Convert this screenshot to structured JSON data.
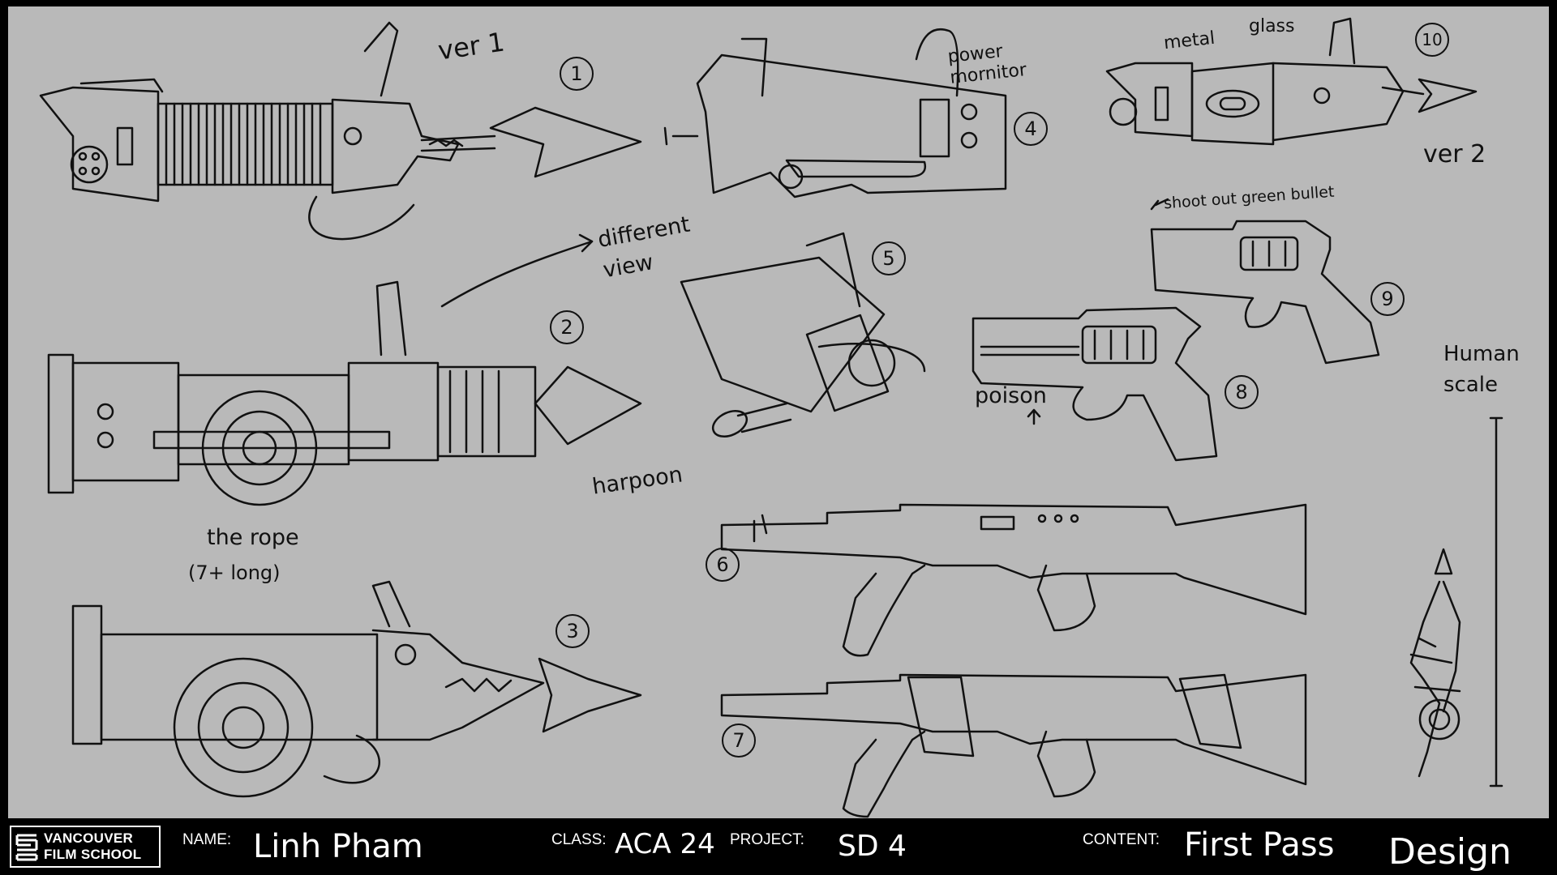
{
  "annotations": {
    "ver1": "ver 1",
    "ver2": "ver 2",
    "different_view": "different\nview",
    "harpoon": "harpoon",
    "the_rope": "the rope",
    "rope_length": "(7+ long)",
    "power_monitor": "power\nmornitor",
    "metal": "metal",
    "glass": "glass",
    "shoot_out": "shoot out green bullet",
    "poison": "poison",
    "human_scale": "Human\nscale"
  },
  "sketch_numbers": [
    "1",
    "2",
    "3",
    "4",
    "5",
    "6",
    "7",
    "8",
    "9",
    "10"
  ],
  "footer": {
    "logo_line1": "VANCOUVER",
    "logo_line2": "FILM SCHOOL",
    "name_label": "NAME:",
    "name_value": "Linh Pham",
    "class_label": "CLASS:",
    "class_value": "ACA 24",
    "project_label": "PROJECT:",
    "project_value": "SD 4",
    "content_label": "CONTENT:",
    "content_value": "First Pass",
    "content_value2": "Design"
  },
  "colors": {
    "sheet": "#b9b9b9",
    "ink": "#111111",
    "footer_bg": "#000000",
    "footer_text": "#ffffff"
  }
}
